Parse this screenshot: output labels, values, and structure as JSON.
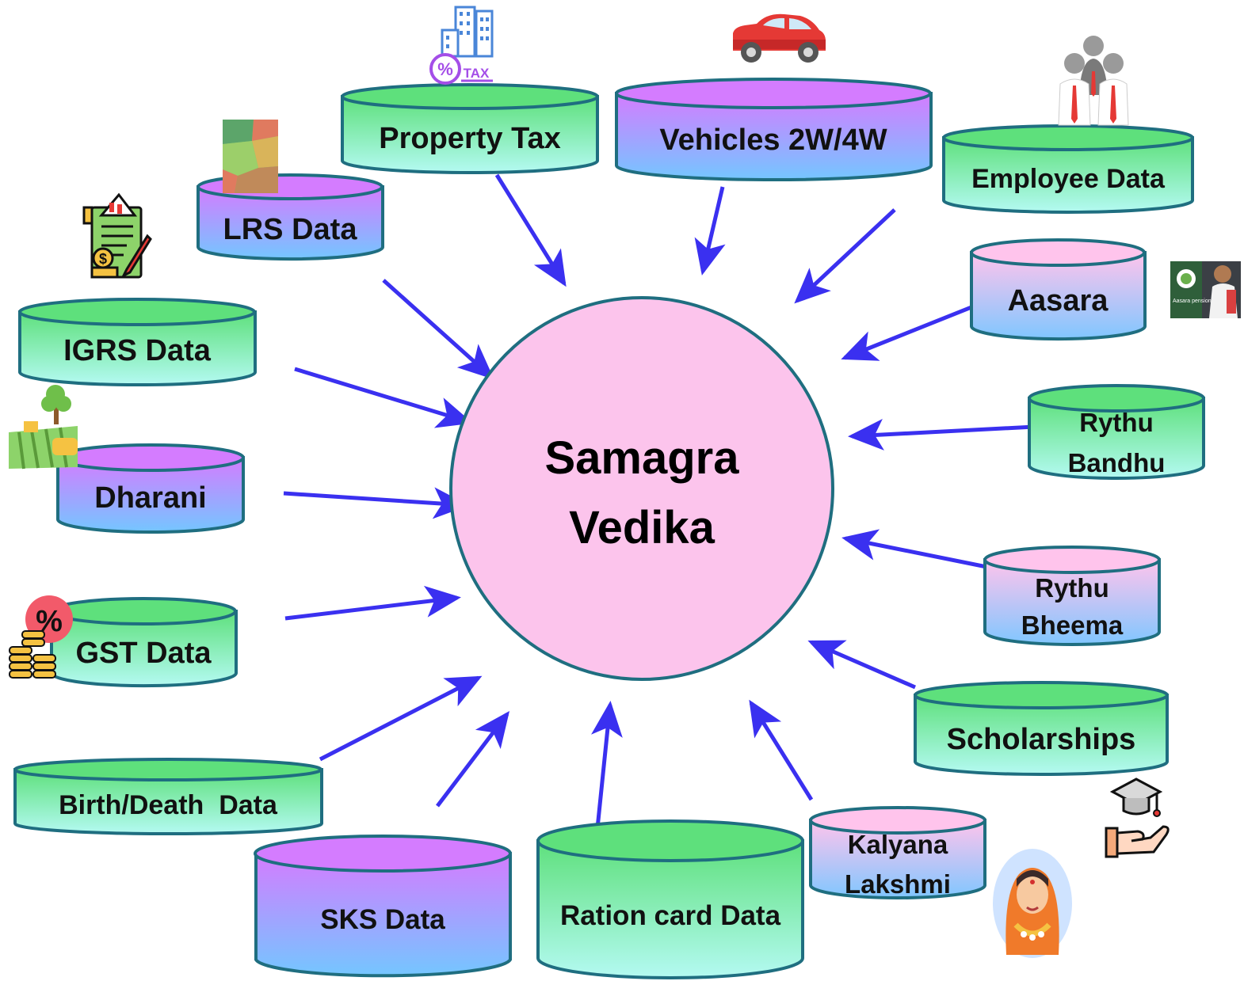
{
  "hub": {
    "line1": "Samagra",
    "line2": "Vedika"
  },
  "sources": {
    "property_tax": "Property Tax",
    "vehicles": "Vehicles 2W/4W",
    "employee": "Employee Data",
    "lrs": "LRS Data",
    "aasara": "Aasara",
    "igrs": "IGRS Data",
    "rythu_bandhu_1": "Rythu",
    "rythu_bandhu_2": "Bandhu",
    "dharani": "Dharani",
    "rythu_bheema_1": "Rythu",
    "rythu_bheema_2": "Bheema",
    "gst": "GST Data",
    "scholarships": "Scholarships",
    "birth_death": "Birth/Death  Data",
    "kalyana_1": "Kalyana",
    "kalyana_2": "Lakshmi",
    "sks": "SKS Data",
    "ration": "Ration card Data"
  },
  "icons": {
    "tax_badge": "TAX",
    "percent": "%",
    "rupee": "$",
    "aasara_photo_caption": "Aasara pension"
  },
  "colors": {
    "arrow": "#3a30f0",
    "hub_fill": "#fcc4ec",
    "hub_stroke": "#1f6e80",
    "green_top": "#5ee07c",
    "green_bottom": "#aef7ee",
    "purple_top": "#d27cff",
    "purple_bottom": "#7ab8ff",
    "pink_top": "#ffc2e8",
    "pink_bottom": "#82c8ff"
  }
}
